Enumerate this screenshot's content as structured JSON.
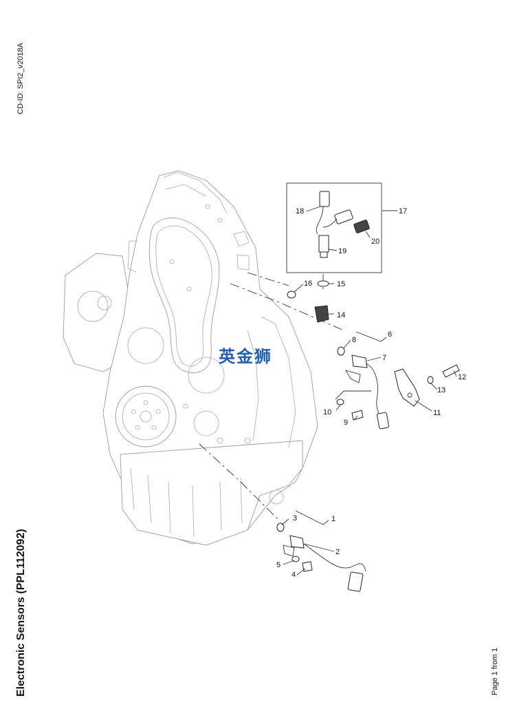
{
  "document": {
    "cd_id": "CD-ID: SPI2_v2018A",
    "title": "Electronic Sensors (PPL112092)",
    "page_info": "Page 1 from 1",
    "watermark": "英金狮"
  },
  "callouts": [
    {
      "id": "c1",
      "label": "1"
    },
    {
      "id": "c2",
      "label": "2"
    },
    {
      "id": "c3",
      "label": "3"
    },
    {
      "id": "c4",
      "label": "4"
    },
    {
      "id": "c5",
      "label": "5"
    },
    {
      "id": "c6",
      "label": "6"
    },
    {
      "id": "c7",
      "label": "7"
    },
    {
      "id": "c8",
      "label": "8"
    },
    {
      "id": "c9",
      "label": "9"
    },
    {
      "id": "c10",
      "label": "10"
    },
    {
      "id": "c11",
      "label": "11"
    },
    {
      "id": "c12",
      "label": "12"
    },
    {
      "id": "c13",
      "label": "13"
    },
    {
      "id": "c14",
      "label": "14"
    },
    {
      "id": "c15",
      "label": "15"
    },
    {
      "id": "c16",
      "label": "16"
    },
    {
      "id": "c17",
      "label": "17"
    },
    {
      "id": "c18",
      "label": "18"
    },
    {
      "id": "c19",
      "label": "19"
    },
    {
      "id": "c20",
      "label": "20"
    }
  ]
}
